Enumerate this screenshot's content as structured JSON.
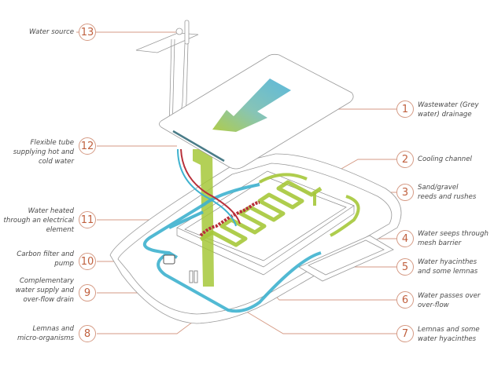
{
  "diagram": {
    "title": "Bathtub greywater recycling system",
    "accent_color": "#c0603e",
    "leader_color": "#d59a84",
    "water_blue": "#3fb2cf",
    "plant_green": "#9cc43a",
    "heat_red": "#b8303a"
  },
  "callouts": [
    {
      "number": "1",
      "lines": [
        "Wastewater (Grey",
        "water) drainage"
      ]
    },
    {
      "number": "2",
      "lines": [
        "Cooling channel"
      ]
    },
    {
      "number": "3",
      "lines": [
        "Sand/gravel",
        "reeds and rushes"
      ]
    },
    {
      "number": "4",
      "lines": [
        "Water seeps through",
        "mesh barrier"
      ]
    },
    {
      "number": "5",
      "lines": [
        "Water hyacinthes",
        "and some lemnas"
      ]
    },
    {
      "number": "6",
      "lines": [
        "Water passes over",
        "over-flow"
      ]
    },
    {
      "number": "7",
      "lines": [
        "Lemnas and some",
        "water hyacinthes"
      ]
    },
    {
      "number": "8",
      "lines": [
        "Lemnas and",
        "micro-organisms"
      ]
    },
    {
      "number": "9",
      "lines": [
        "Complementary",
        "water supply and",
        "over-flow drain"
      ]
    },
    {
      "number": "10",
      "lines": [
        "Carbon filter and",
        "pump"
      ]
    },
    {
      "number": "11",
      "lines": [
        "Water heated",
        "through an electrical",
        "element"
      ]
    },
    {
      "number": "12",
      "lines": [
        "Flexible tube",
        "supplying hot and",
        "cold water"
      ]
    },
    {
      "number": "13",
      "lines": [
        "Water source"
      ]
    }
  ]
}
